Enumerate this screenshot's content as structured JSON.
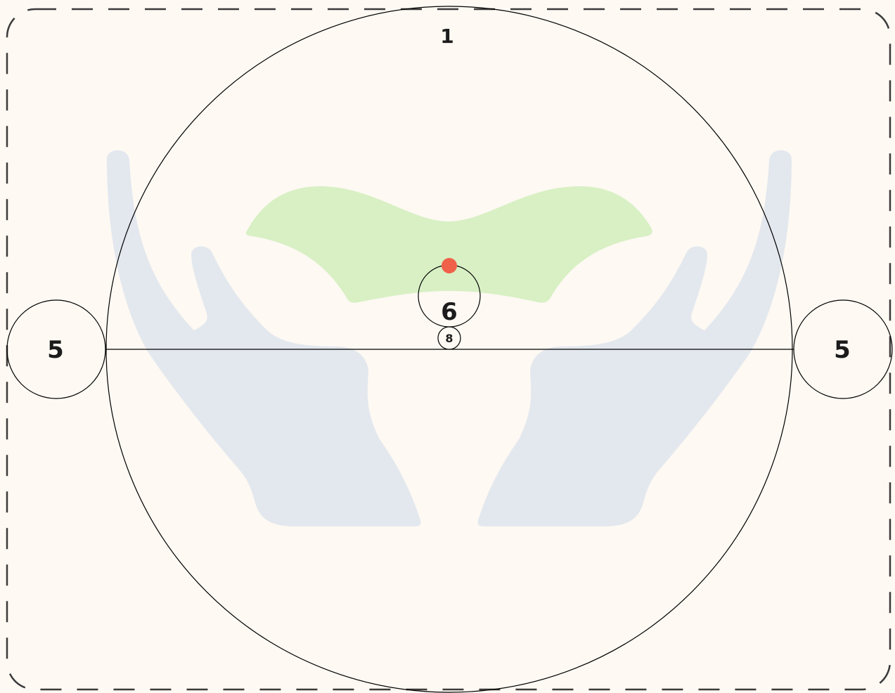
{
  "labels": {
    "big_circle": "1",
    "left_circle": "5",
    "right_circle": "5",
    "middle_circle": "6",
    "small_circle": "8"
  },
  "colors": {
    "background": "#fef9f3",
    "border_dash": "#3b3b3b",
    "circle_stroke": "#000000",
    "hands_fill": "#e3e8ee",
    "leaf_fill": "#d8f0c4",
    "dot_fill": "#f0614a"
  },
  "icons": {
    "hands": "hands-icon",
    "leaf": "leaf-shape",
    "dot": "red-dot"
  }
}
